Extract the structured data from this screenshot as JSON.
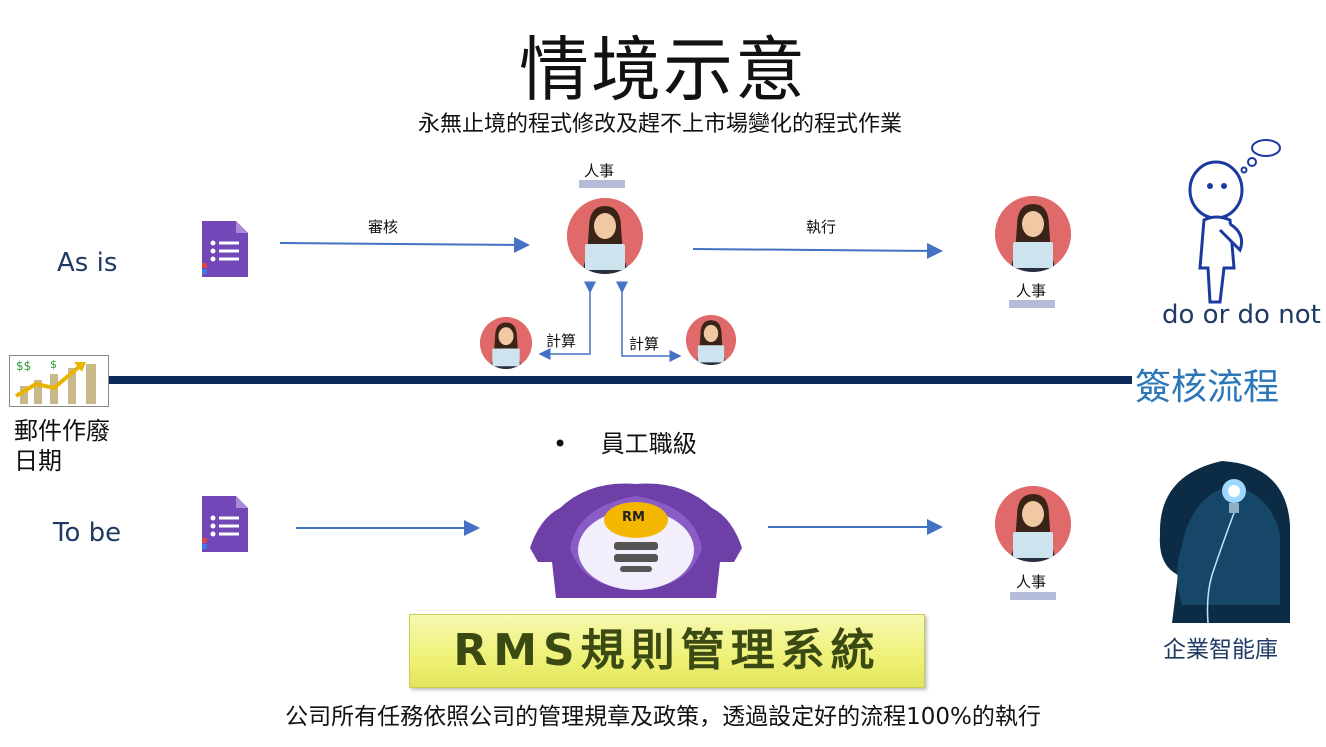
{
  "title": "情境示意",
  "subtitle": "永無止境的程式修改及趕不上市場變化的程式作業",
  "as_is": {
    "label": "As is",
    "top_person_label": "人事",
    "review_label": "審核",
    "execute_label": "執行",
    "right_person_label": "人事",
    "calc_left_label": "計算",
    "calc_right_label": "計算"
  },
  "thinker_caption": "do or do not",
  "mail_label_line1": "郵件作廢",
  "mail_label_line2": "日期",
  "approval_flow": "簽核流程",
  "bullet_text": "員工職級",
  "to_be": {
    "label": "To be",
    "rm_label": "RM",
    "right_person_label": "人事"
  },
  "knowledge_base": "企業智能庫",
  "rms_title": "RMS規則管理系統",
  "footer": "公司所有任務依照公司的管理規章及政策，透過設定好的流程100%的執行",
  "colors": {
    "arrow": "#4472c4",
    "main_line": "#0d2a5a",
    "avatar_bg": "#e06a6a",
    "form_purple": "#7248b9"
  }
}
